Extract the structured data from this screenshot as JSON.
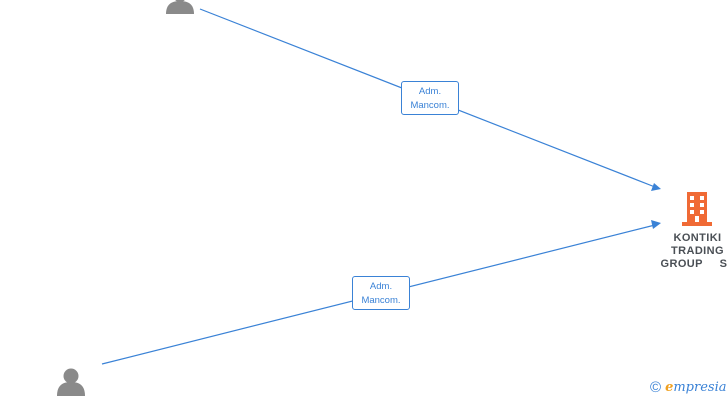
{
  "diagram": {
    "company": {
      "name_lines": [
        "KONTIKI",
        "TRADING",
        "GROUP  SL"
      ],
      "icon": "building-icon",
      "icon_color": "#f06a35"
    },
    "people": [
      {
        "icon": "person-icon"
      },
      {
        "icon": "person-icon"
      }
    ],
    "edges": [
      {
        "label_line1": "Adm.",
        "label_line2": "Mancom."
      },
      {
        "label_line1": "Adm.",
        "label_line2": "Mancom."
      }
    ],
    "edge_color": "#3a82d6"
  },
  "watermark": {
    "symbol": "©",
    "brand_initial": "e",
    "brand_rest": "mpresia"
  }
}
